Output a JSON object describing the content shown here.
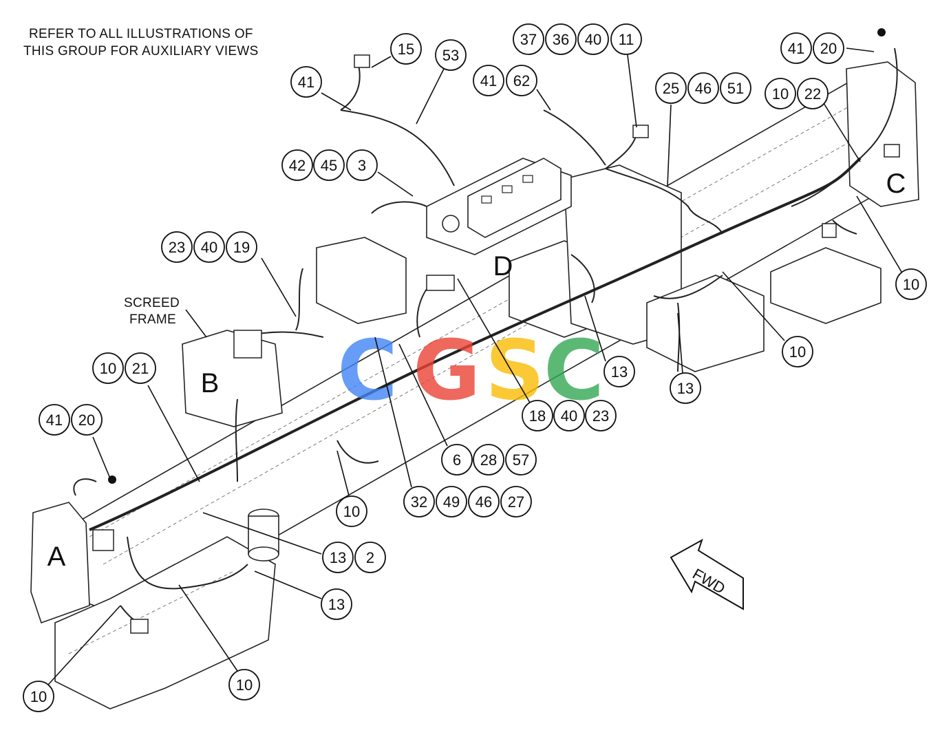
{
  "header_note": {
    "line1": "REFER TO ALL ILLUSTRATIONS OF",
    "line2": "THIS GROUP FOR AUXILIARY VIEWS"
  },
  "screed_label": {
    "line1": "SCREED",
    "line2": "FRAME"
  },
  "views": {
    "a": "A",
    "b": "B",
    "c": "C",
    "d": "D"
  },
  "fwd_label": "FWD",
  "callouts": {
    "c15": "15",
    "c41_top": "41",
    "c53": "53",
    "c42": "42",
    "c45": "45",
    "c3": "3",
    "c37": "37",
    "c36": "36",
    "c40_top": "40",
    "c11": "11",
    "c41_mid": "41",
    "c62": "62",
    "c25": "25",
    "c46_top": "46",
    "c51": "51",
    "c41_right": "41",
    "c20_right": "20",
    "c10_right": "10",
    "c22": "22",
    "c10_far_right": "10",
    "c23_left": "23",
    "c40_left": "40",
    "c19": "19",
    "c10_mid_right": "10",
    "c13_center": "13",
    "c13_right": "13",
    "c18": "18",
    "c40_center": "40",
    "c23_center": "23",
    "c6": "6",
    "c28": "28",
    "c57": "57",
    "c32": "32",
    "c49": "49",
    "c46_bottom": "46",
    "c27": "27",
    "c10_left": "10",
    "c21": "21",
    "c41_left": "41",
    "c20_left": "20",
    "c10_center": "10",
    "c13_a": "13",
    "c2": "2",
    "c13_b": "13",
    "c10_bottom_left": "10",
    "c10_bottom_mid": "10"
  },
  "watermark": {
    "letters": [
      "C",
      "G",
      "S",
      "C"
    ],
    "colors": [
      "#4285F4",
      "#EA4335",
      "#FBBC05",
      "#34A853"
    ]
  }
}
